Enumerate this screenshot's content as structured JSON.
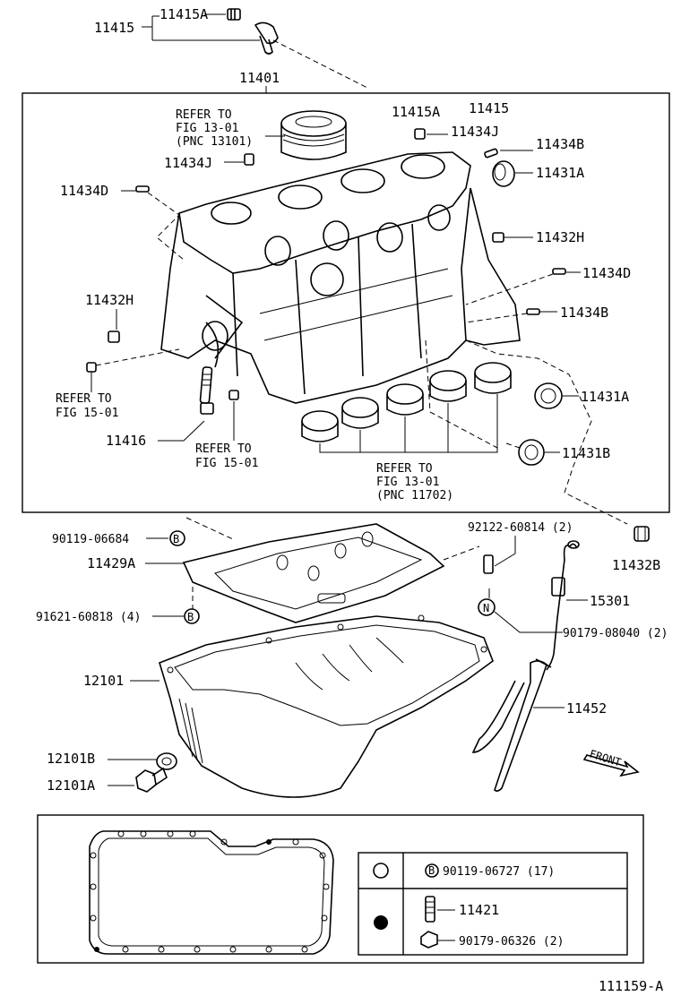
{
  "diagram": {
    "callouts": {
      "p11415": "11415",
      "p11415A_top": "11415A",
      "p11401": "11401",
      "p11415A_box": "11415A",
      "p11415_box": "11415",
      "p11434J_right": "11434J",
      "p11434B_top": "11434B",
      "p11431A_top": "11431A",
      "p11434J_left": "11434J",
      "p11434D_left": "11434D",
      "p11432H_right": "11432H",
      "p11434D_right": "11434D",
      "p11432H_left": "11432H",
      "p11434B_mid": "11434B",
      "p11431A_mid": "11431A",
      "p11416": "11416",
      "p11431B": "11431B",
      "p90119_06684": "90119-06684",
      "p92122_60814": "92122-60814 (2)",
      "p11429A": "11429A",
      "p11432B": "11432B",
      "p15301": "15301",
      "p91621_60818": "91621-60818 (4)",
      "p90179_08040": "90179-08040 (2)",
      "p12101": "12101",
      "p11452": "11452",
      "p12101B": "12101B",
      "p12101A": "12101A",
      "p90119_06727": "90119-06727 (17)",
      "p11421": "11421",
      "p90179_06326": "90179-06326 (2)"
    },
    "references": {
      "piston": [
        "REFER TO",
        "FIG 13-01",
        "(PNC 13101)"
      ],
      "left_fig": [
        "REFER TO",
        "FIG 15-01"
      ],
      "center_fig": [
        "REFER TO",
        "FIG 15-01"
      ],
      "bearings": [
        "REFER TO",
        "FIG 13-01",
        "(PNC 11702)"
      ]
    },
    "symbols": {
      "b_marker": "B",
      "n_marker": "N"
    },
    "front_label": "FRONT",
    "figure_id": "111159-A"
  }
}
